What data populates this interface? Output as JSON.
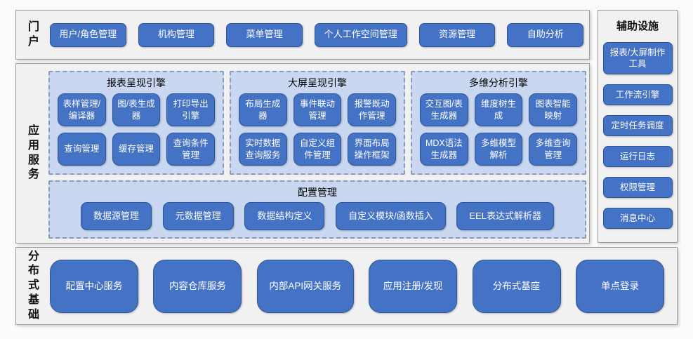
{
  "colors": {
    "node_blue": "#4472c4",
    "node_border": "#2f5597",
    "group_fill": "#c9d8f0",
    "group_border": "#8a9ab8",
    "panel_fill": "#f1f1f1",
    "panel_border": "#9d9d9d"
  },
  "sections": {
    "portal": {
      "label": "门户",
      "items": [
        "用户/角色管理",
        "机构管理",
        "菜单管理",
        "个人工作空间管理",
        "资源管理",
        "自助分析"
      ]
    },
    "app_services": {
      "label": "应用服务",
      "groups": [
        {
          "title": "报表呈现引擎",
          "items": [
            "表样管理/编译器",
            "图/表生成器",
            "打印导出引擎",
            "查询管理",
            "缓存管理",
            "查询条件管理"
          ]
        },
        {
          "title": "大屏呈现引擎",
          "items": [
            "布局生成器",
            "事件联动管理",
            "报警既动作管理",
            "实时数据查询服务",
            "自定义组件管理",
            "界面布局操作框架"
          ]
        },
        {
          "title": "多维分析引擎",
          "items": [
            "交互图/表生成器",
            "维度树生成",
            "图表智能映射",
            "MDX语法生成器",
            "多维模型解析",
            "多维查询管理"
          ]
        }
      ],
      "config": {
        "title": "配置管理",
        "items": [
          "数据源管理",
          "元数据管理",
          "数据结构定义",
          "自定义模块/函数插入",
          "EEL表达式解析器"
        ]
      }
    },
    "auxiliary": {
      "label": "辅助设施",
      "items": [
        "报表/大屏制作工具",
        "工作流引擎",
        "定时任务调度",
        "运行日志",
        "权限管理",
        "消息中心"
      ]
    },
    "distributed": {
      "label": "分布式基础",
      "items": [
        "配置中心服务",
        "内容仓库服务",
        "内部API网关服务",
        "应用注册/发现",
        "分布式基座",
        "单点登录"
      ]
    }
  }
}
